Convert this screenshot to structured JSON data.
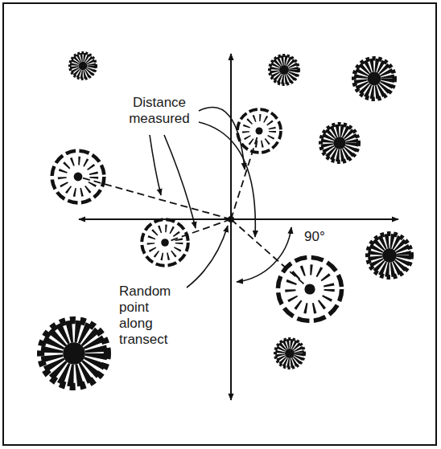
{
  "diagram": {
    "labels": [
      "Distance measured",
      "90°",
      "Random point along transect"
    ]
  }
}
